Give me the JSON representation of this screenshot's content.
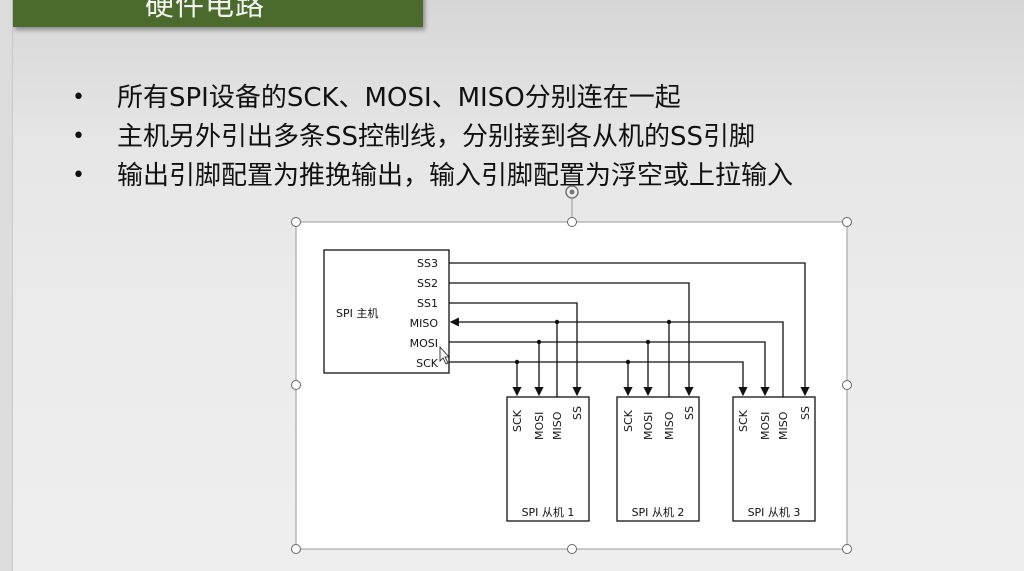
{
  "slide": {
    "title": "硬件电路",
    "bullets": [
      "所有SPI设备的SCK、MOSI、MISO分别连在一起",
      "主机另外引出多条SS控制线，分别接到各从机的SS引脚",
      "输出引脚配置为推挽输出，输入引脚配置为浮空或上拉输入"
    ],
    "bullet_symbol": "•"
  },
  "diagram": {
    "master": {
      "label": "SPI 主机",
      "pins": [
        "SS3",
        "SS2",
        "SS1",
        "MISO",
        "MOSI",
        "SCK"
      ]
    },
    "slaves": [
      {
        "label": "SPI 从机 1",
        "pins": [
          "SCK",
          "MOSI",
          "MISO",
          "SS"
        ]
      },
      {
        "label": "SPI 从机 2",
        "pins": [
          "SCK",
          "MOSI",
          "MISO",
          "SS"
        ]
      },
      {
        "label": "SPI 从机 3",
        "pins": [
          "SCK",
          "MOSI",
          "MISO",
          "SS"
        ]
      }
    ]
  },
  "colors": {
    "title_bar": "#4a6b2c",
    "line": "#111111"
  }
}
